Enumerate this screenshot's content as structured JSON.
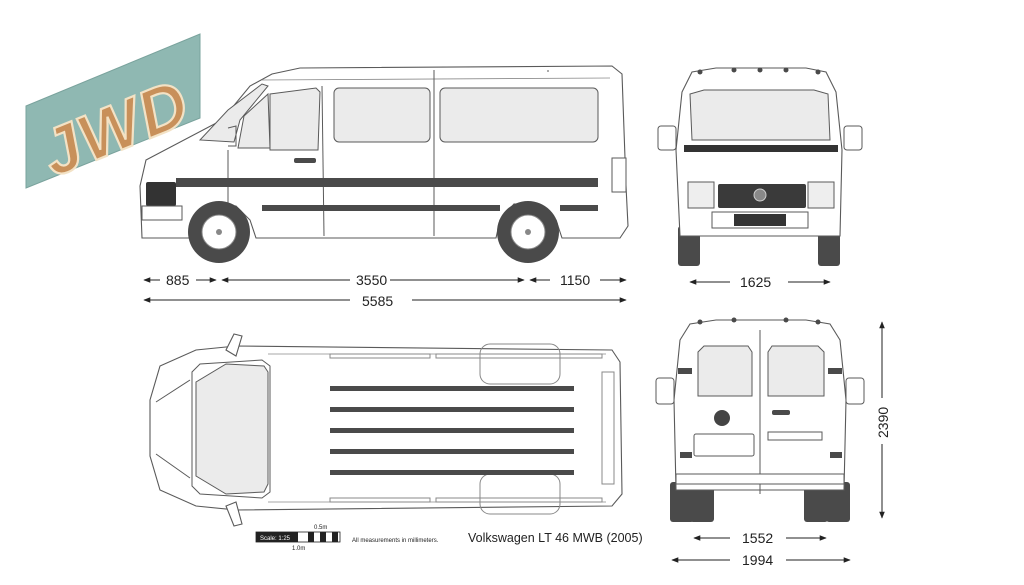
{
  "logo": {
    "text": "JWD",
    "colors": {
      "background": "#8fb8b2",
      "letters": "#c8905a"
    }
  },
  "title": "Volkswagen LT 46 MWB (2005)",
  "dimensions": {
    "front_overhang": "885",
    "wheelbase": "3550",
    "rear_overhang": "1150",
    "overall_length": "5585",
    "front_track": "1625",
    "rear_track": "1552",
    "overall_width": "1994",
    "overall_height": "2390"
  },
  "scale": {
    "label": "Scale: 1:25",
    "half_meter": "0.5m",
    "one_meter": "1.0m",
    "note": "All measurements in millimeters."
  }
}
